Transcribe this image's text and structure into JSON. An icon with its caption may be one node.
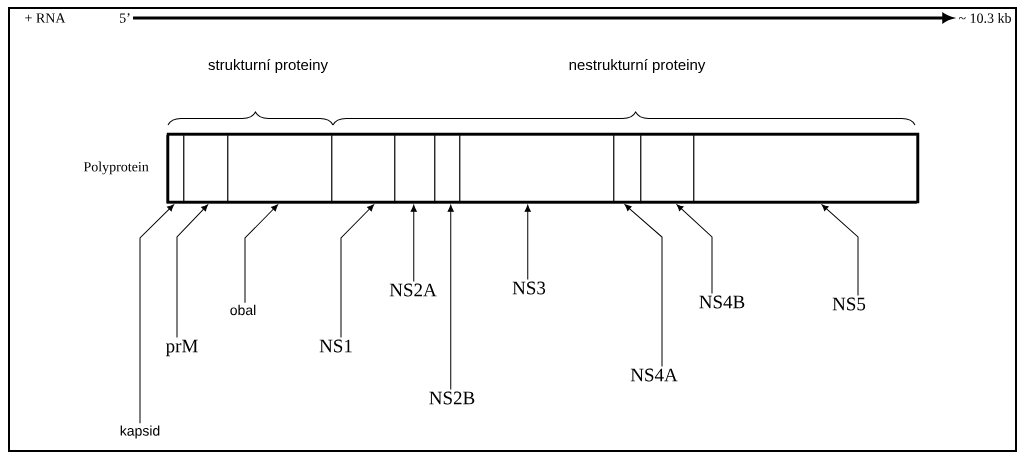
{
  "diagram": {
    "nodes": [
      {
        "text": [],
        "shape": "bar",
        "beside": [
          "Polyprotein"
        ]
      },
      {
        "text": [],
        "shape": "box",
        "in": 0
      },
      {
        "text": [],
        "shape": "box",
        "in": 0
      },
      {
        "text": [],
        "shape": "box",
        "in": 0
      },
      {
        "text": [],
        "shape": "box",
        "in": 0
      },
      {
        "text": [],
        "shape": "box",
        "in": 0
      },
      {
        "text": [],
        "shape": "box",
        "in": 0
      },
      {
        "text": [],
        "shape": "box",
        "in": 0
      },
      {
        "text": [],
        "shape": "box",
        "in": 0
      },
      {
        "text": [],
        "shape": "box",
        "in": 0
      },
      {
        "text": [],
        "shape": "box",
        "in": 0
      },
      {
        "text": [
          "kapsid"
        ]
      },
      {
        "text": [
          "prM"
        ]
      },
      {
        "text": [
          "obal"
        ]
      },
      {
        "text": [
          "NS1"
        ]
      },
      {
        "text": [
          "NS2A"
        ]
      },
      {
        "text": [
          "NS2B"
        ]
      },
      {
        "text": [
          "NS3"
        ]
      },
      {
        "text": [
          "NS4A"
        ]
      },
      {
        "text": [
          "NS4B"
        ]
      },
      {
        "text": [
          "NS5"
        ]
      },
      {
        "text": [
          "5’"
        ]
      },
      {
        "text": [
          "~ 10.3 kb"
        ]
      }
    ],
    "edges": [
      {
        "from": 11,
        "to": 1,
        "arrow": "to"
      },
      {
        "from": 12,
        "to": 2,
        "arrow": "to"
      },
      {
        "from": 13,
        "to": 3,
        "arrow": "to"
      },
      {
        "from": 14,
        "to": 4,
        "arrow": "to"
      },
      {
        "from": 15,
        "to": 5,
        "arrow": "to"
      },
      {
        "from": 16,
        "to": 6,
        "arrow": "to"
      },
      {
        "from": 17,
        "to": 7,
        "arrow": "to"
      },
      {
        "from": 18,
        "to": 8,
        "arrow": "to"
      },
      {
        "from": 19,
        "to": 9,
        "arrow": "to"
      },
      {
        "from": 20,
        "to": 10,
        "arrow": "to"
      },
      {
        "from": 21,
        "to": 22,
        "arrow": "to",
        "style": "thick"
      }
    ],
    "labels": [
      "+ RNA",
      "strukturní proteiny",
      "nestrukturní proteiny"
    ]
  }
}
